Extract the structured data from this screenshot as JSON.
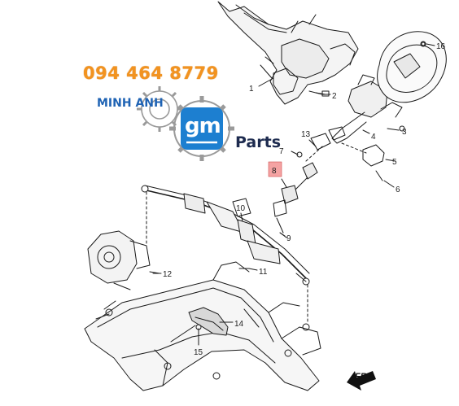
{
  "watermark": {
    "phone": "094 464 8779",
    "shop_name": "MINH ANH",
    "logo_text": "gm",
    "parts_label": "Parts",
    "colors": {
      "phone": "#f29320",
      "shop": "#1f63b4",
      "logo_blue": "#1d7fd0",
      "parts": "#1d2b4f",
      "highlight": "#f5a3a3"
    }
  },
  "callouts": [
    {
      "id": "1",
      "label": "1"
    },
    {
      "id": "2",
      "label": "2"
    },
    {
      "id": "3",
      "label": "3"
    },
    {
      "id": "4",
      "label": "4"
    },
    {
      "id": "5",
      "label": "5"
    },
    {
      "id": "6",
      "label": "6"
    },
    {
      "id": "7",
      "label": "7"
    },
    {
      "id": "8",
      "label": "8",
      "highlighted": true
    },
    {
      "id": "9",
      "label": "9"
    },
    {
      "id": "10",
      "label": "10"
    },
    {
      "id": "11",
      "label": "11"
    },
    {
      "id": "12",
      "label": "12"
    },
    {
      "id": "13",
      "label": "13"
    },
    {
      "id": "14",
      "label": "14"
    },
    {
      "id": "15",
      "label": "15"
    },
    {
      "id": "16",
      "label": "16"
    }
  ],
  "direction_marker": {
    "label": "FRT"
  }
}
